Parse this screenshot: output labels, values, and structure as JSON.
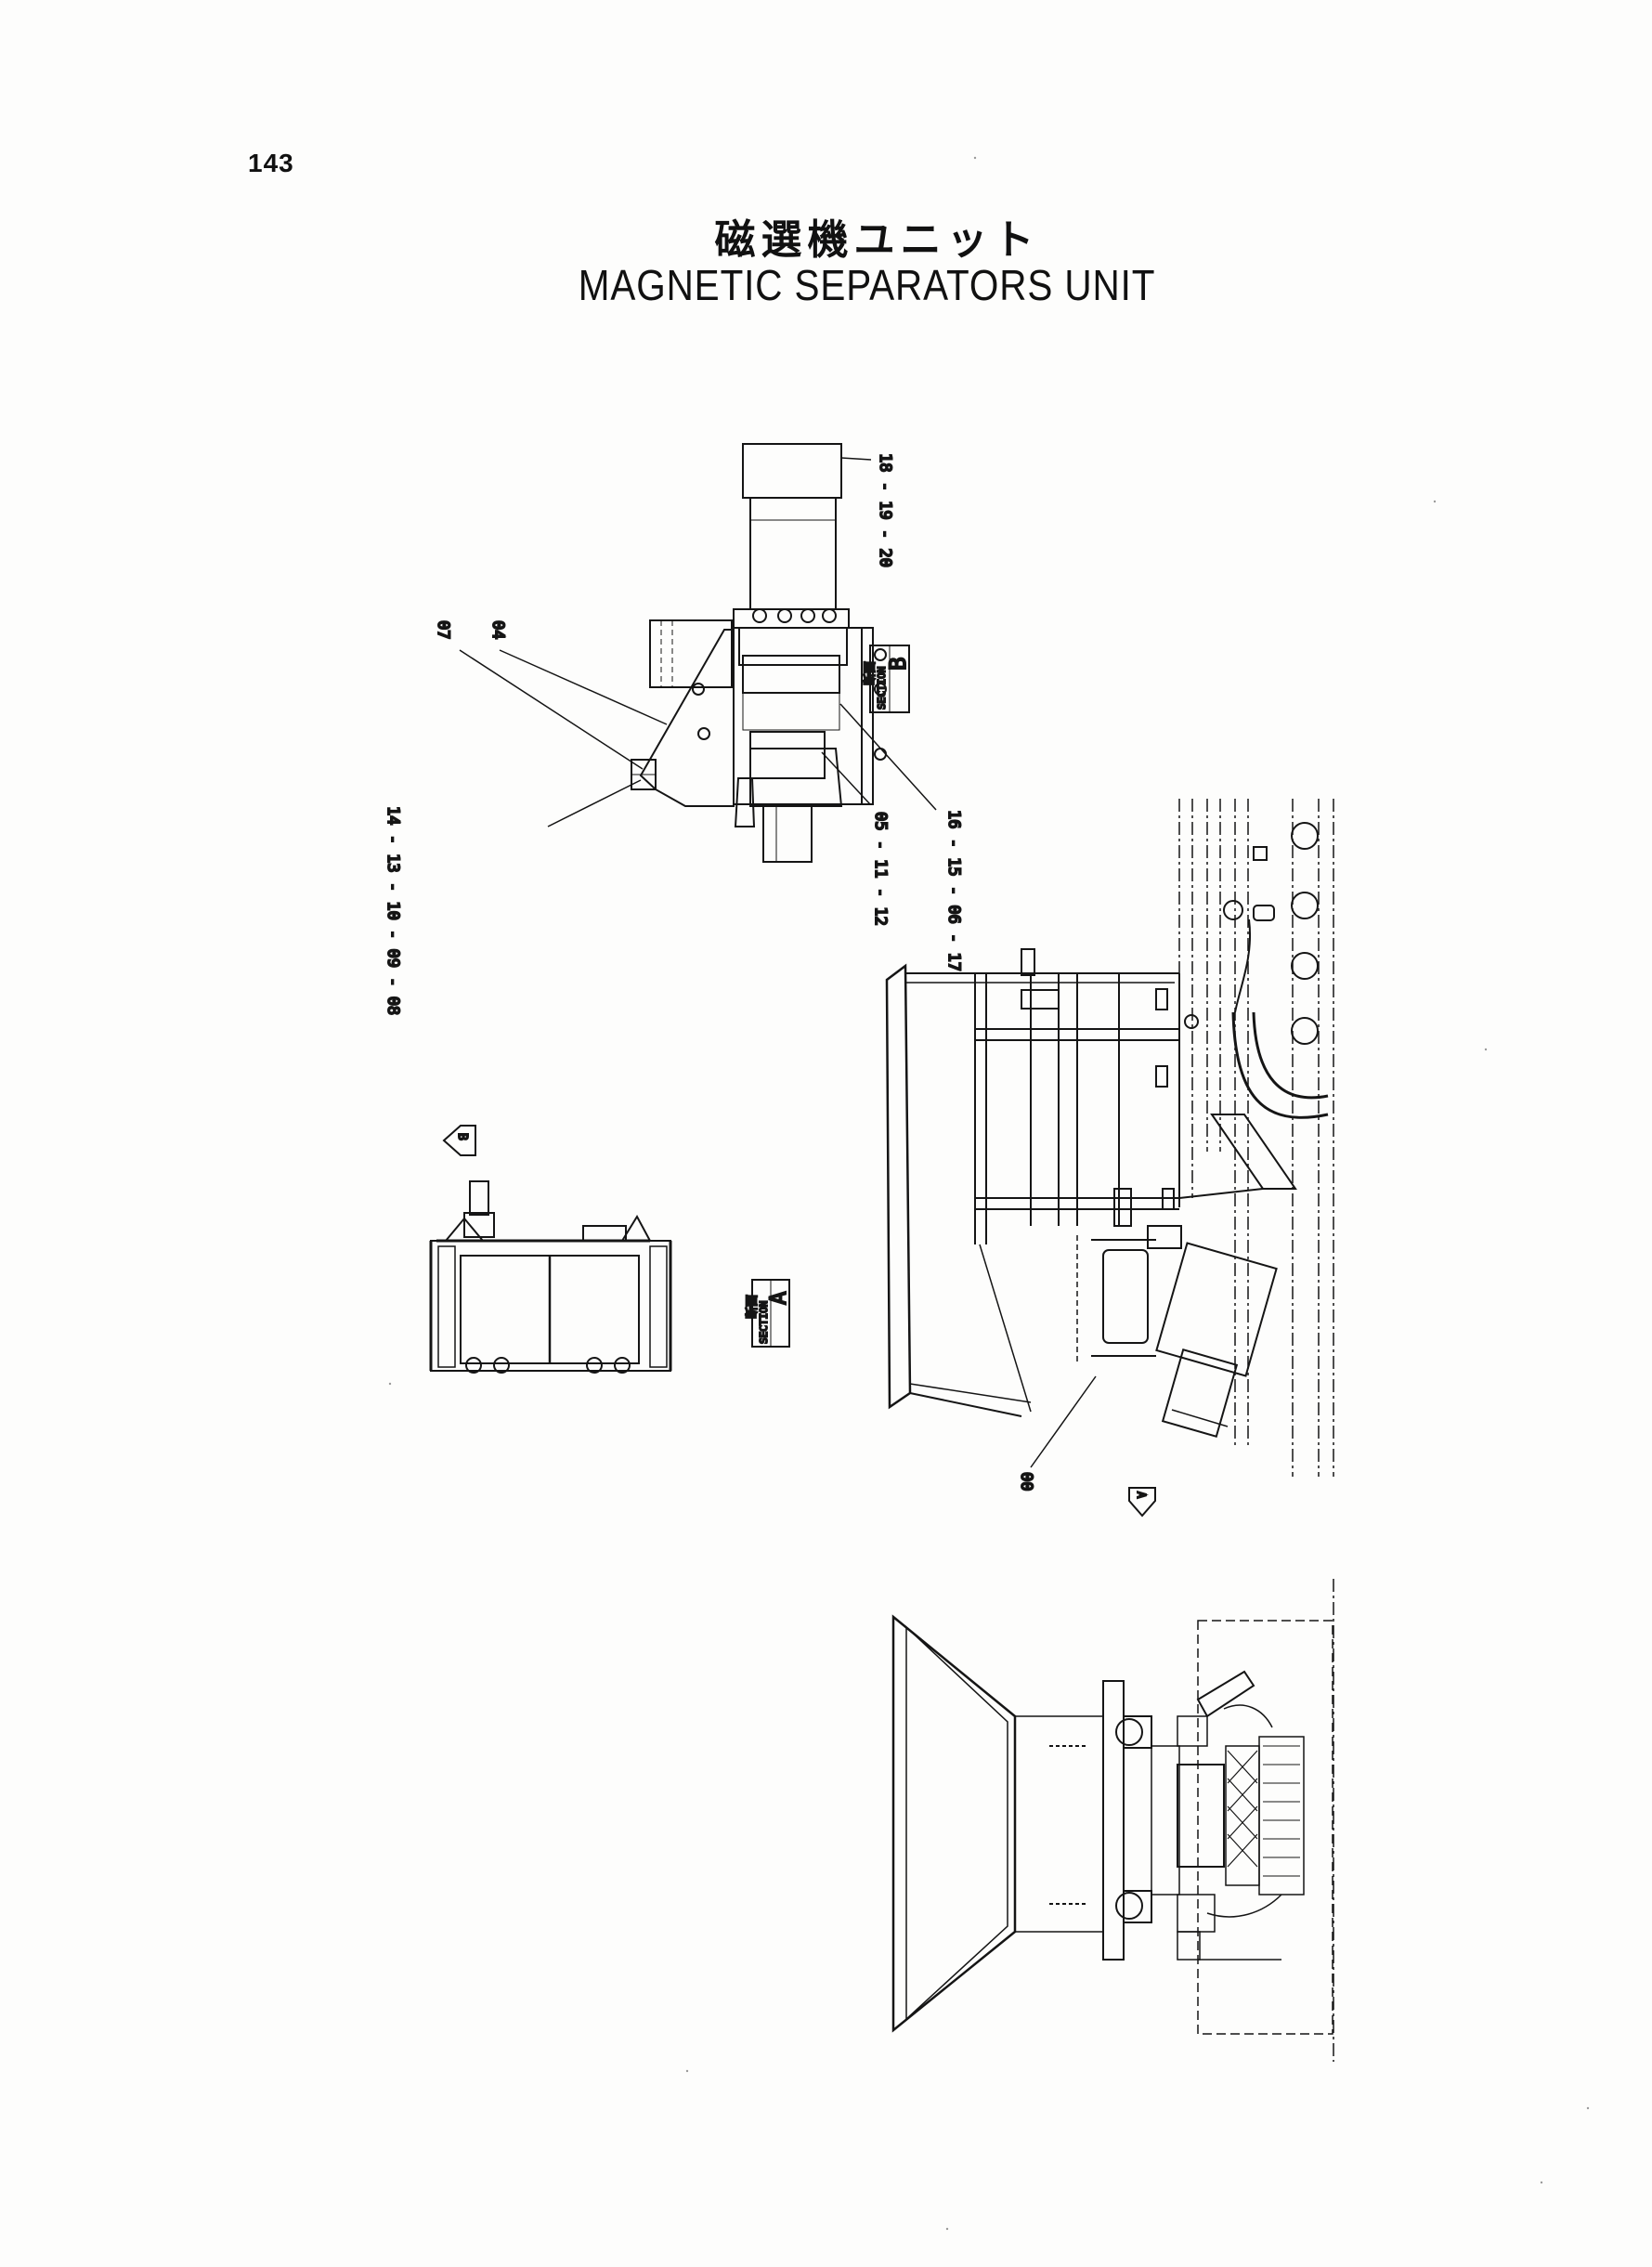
{
  "page": {
    "number": "143",
    "title_jp": "磁選機ユニット",
    "title_en": "MAGNETIC SEPARATORS UNIT"
  },
  "section_b": {
    "callouts": {
      "motor": "18 - 19 - 20",
      "left_a": "07",
      "left_b": "04",
      "bolt": "14 - 13 - 10 - 09 - 08",
      "shaft": "05 - 11 - 12",
      "bearing": "16 - 15 - 06 - 17"
    },
    "label_word": "SECTION",
    "label_kanji": "断面",
    "label_letter": "B"
  },
  "section_a": {
    "label_word": "SECTION",
    "label_kanji": "断面",
    "label_letter": "A",
    "arrow_letter": "B"
  },
  "side_view": {
    "callout": "00",
    "arrow_letter": "A"
  }
}
